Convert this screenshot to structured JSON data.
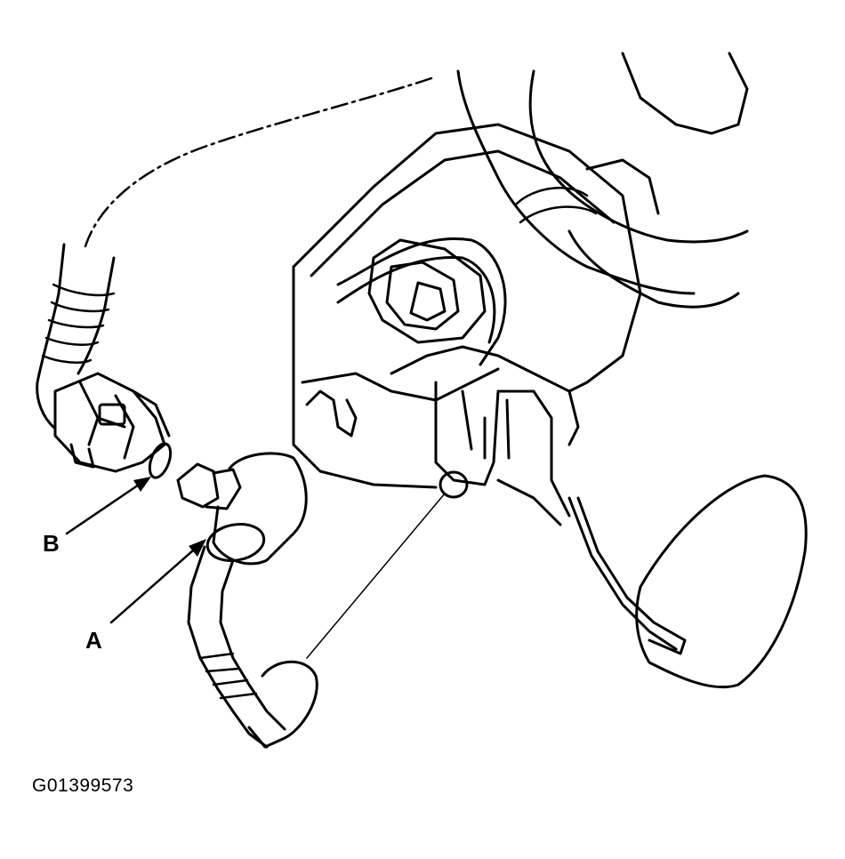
{
  "diagram": {
    "callouts": [
      {
        "id": "A",
        "text": "A"
      },
      {
        "id": "B",
        "text": "B"
      }
    ],
    "figure_id": "G01399573",
    "colors": {
      "line": "#000000",
      "background": "#ffffff"
    }
  }
}
